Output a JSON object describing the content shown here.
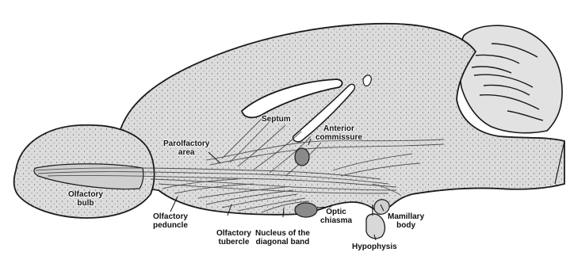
{
  "diagram": {
    "labels": {
      "septum": "Septum",
      "anterior_commissure": [
        "Anterior",
        "commissure"
      ],
      "parolfactory_area": [
        "Parolfactory",
        "area"
      ],
      "olfactory_bulb": [
        "Olfactory",
        "bulb"
      ],
      "olfactory_peduncle": [
        "Olfactory",
        "peduncle"
      ],
      "olfactory_tubercle": [
        "Olfactory",
        "tubercle"
      ],
      "nucleus_diagonal_band": [
        "Nucleus of the",
        "diagonal band"
      ],
      "optic_chiasma": [
        "Optic",
        "chiasma"
      ],
      "mamillary_body": [
        "Mamillary",
        "body"
      ],
      "hypophysis": "Hypophysis"
    },
    "colors": {
      "tissue": "#dedede",
      "outline": "#1a1a1a",
      "ventricle": "#ffffff",
      "fibers": "#3a3a3a",
      "nucleus": "#8a8a8a"
    }
  }
}
